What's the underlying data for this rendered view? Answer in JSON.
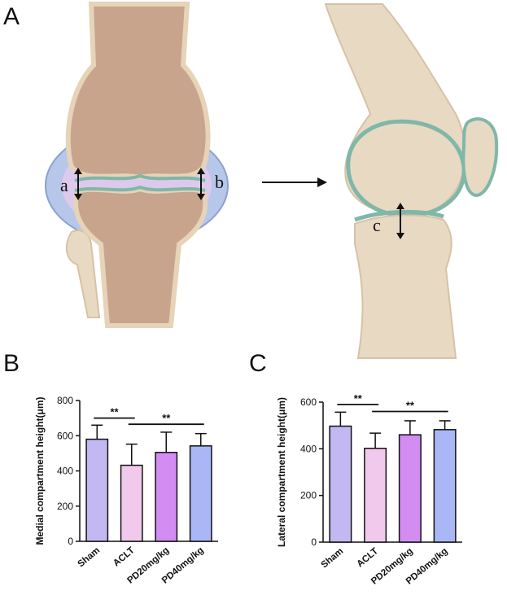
{
  "panels": {
    "a": "A",
    "b": "B",
    "c": "C"
  },
  "illustration": {
    "labels": [
      "a",
      "b",
      "c"
    ]
  },
  "colors": {
    "sham": "#c3b8f2",
    "aclt": "#f1c9ec",
    "pd20": "#d28cf2",
    "pd40": "#a9b7f7",
    "bone": "#c8a48c",
    "cartilage": "#cfe3da",
    "capsule": "#b6c7ea"
  },
  "chart_data": [
    {
      "type": "bar",
      "categories": [
        "Sham",
        "ACLT",
        "PD20mg/kg",
        "PD40mg/kg"
      ],
      "values": [
        580,
        432,
        505,
        542
      ],
      "errors": [
        80,
        120,
        115,
        70
      ],
      "ylabel": "Medial compartment height(μm)",
      "ylim": [
        0,
        800
      ],
      "yticks": [
        0,
        200,
        400,
        600,
        800
      ],
      "significance": [
        {
          "from": 0,
          "to": 1,
          "label": "**",
          "y": 700
        },
        {
          "from": 1,
          "to": 3,
          "label": "**",
          "y": 665
        }
      ]
    },
    {
      "type": "bar",
      "categories": [
        "Sham",
        "ACLT",
        "PD20mg/kg",
        "PD40mg/kg"
      ],
      "values": [
        497,
        402,
        460,
        482
      ],
      "errors": [
        60,
        65,
        60,
        38
      ],
      "ylabel": "Lateral compartment height(μm)",
      "ylim": [
        0,
        600
      ],
      "yticks": [
        0,
        200,
        400,
        600
      ],
      "significance": [
        {
          "from": 0,
          "to": 1,
          "label": "**",
          "y": 590
        },
        {
          "from": 1,
          "to": 3,
          "label": "**",
          "y": 560
        }
      ]
    }
  ]
}
